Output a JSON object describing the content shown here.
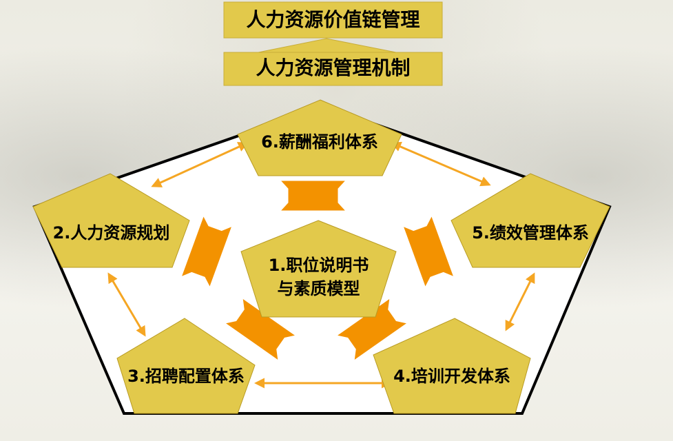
{
  "colors": {
    "box_fill": "#e2c94b",
    "box_stroke": "#b89a22",
    "connector_orange": "#f39200",
    "arrow_orange": "#f5a623",
    "frame": "#000000"
  },
  "header": {
    "top_title": "人力资源价值链管理",
    "mechanism_title": "人力资源管理机制"
  },
  "nodes": {
    "center": {
      "line1": "1.职位说明书",
      "line2": "与素质模型"
    },
    "planning": "2.人力资源规划",
    "recruiting": "3.招聘配置体系",
    "training": "4.培训开发体系",
    "performance": "5.绩效管理体系",
    "compensation": "6.薪酬福利体系"
  }
}
